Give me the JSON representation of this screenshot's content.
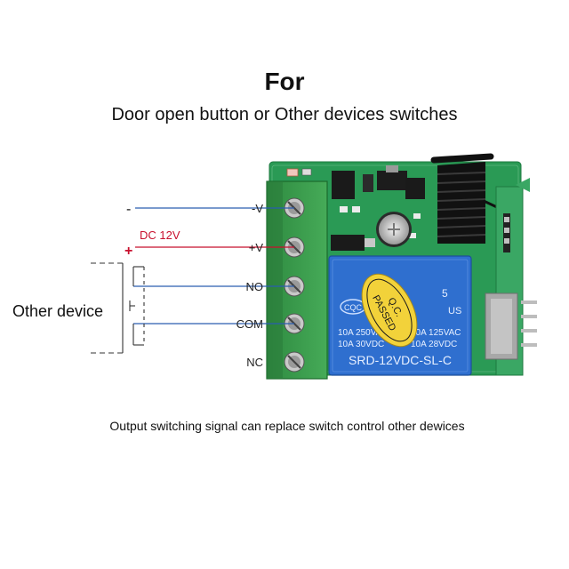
{
  "title": "For",
  "subtitle": "Door open button or Other devices switches",
  "footer_note": "Output switching signal can replace switch control other dewices",
  "device_label": "Other device",
  "power_label": "DC 12V",
  "polarity": {
    "minus": "-",
    "plus": "+"
  },
  "terminals": [
    "-V",
    "+V",
    "NO",
    "COM",
    "NC"
  ],
  "relay": {
    "brand": "CQC",
    "seal": [
      "Q.C.",
      "PASSED"
    ],
    "ratings": [
      "10A 250VAC",
      "10A 30VDC",
      "10A 125VAC",
      "10A 28VDC"
    ],
    "model": "SRD-12VDC-SL-C",
    "mark": "5",
    "us_mark": "US"
  },
  "colors": {
    "pcb": "#2a9a55",
    "terminal_block": "#3a9a4c",
    "relay": "#2f6fcf",
    "wire_negative": "#2a5db0",
    "wire_positive": "#c8102e",
    "wire_signal": "#2a5db0"
  }
}
